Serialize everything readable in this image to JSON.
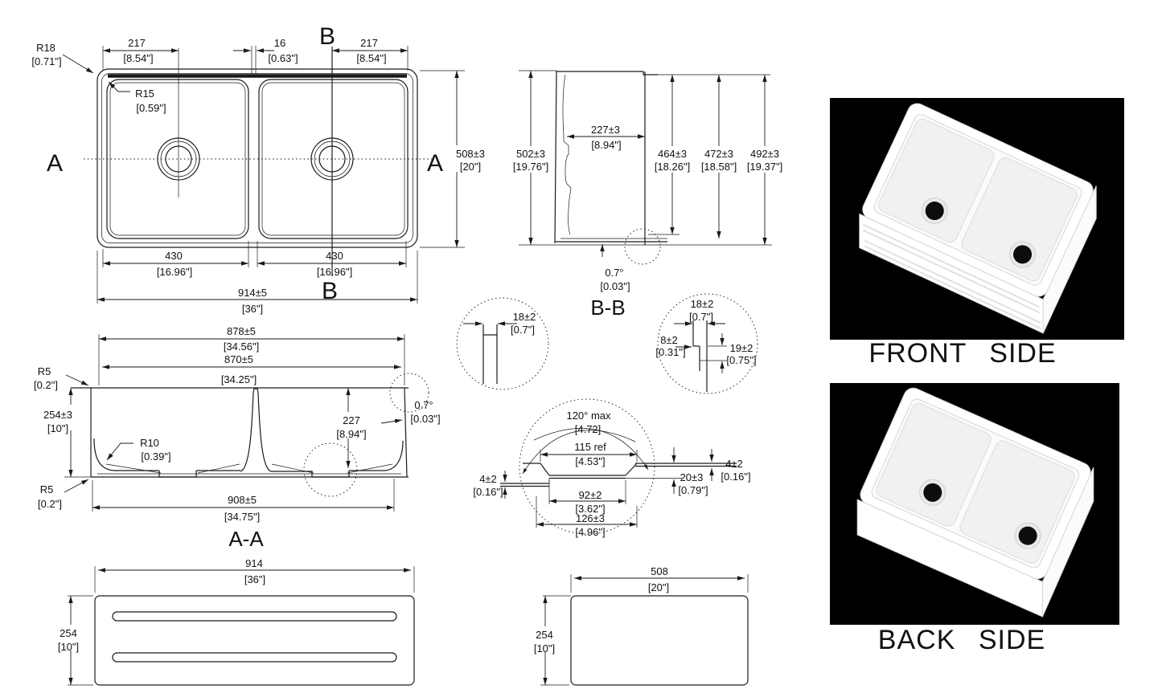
{
  "colors": {
    "ink": "#1a1a1a",
    "paper": "#ffffff",
    "panel": "#000000"
  },
  "plan": {
    "r18": "R18",
    "r18_in": "[0.71\"]",
    "r15": "R15",
    "r15_in": "[0.59\"]",
    "bowl_cc_left": "217",
    "bowl_cc_left_in": "[8.54\"]",
    "divider": "16",
    "divider_in": "[0.63\"]",
    "bowl_cc_right": "217",
    "bowl_cc_right_in": "[8.54\"]",
    "section_b_top": "B",
    "section_b_bottom": "B",
    "section_a_left": "A",
    "section_a_right": "A",
    "depth": "508±3",
    "depth_in": "[20\"]",
    "bowl_w_left": "430",
    "bowl_w_left_in": "[16.96\"]",
    "bowl_w_right": "430",
    "bowl_w_right_in": "[16.96\"]",
    "overall_w": "914±5",
    "overall_w_in": "[36\"]"
  },
  "aa": {
    "title": "A-A",
    "top_w": "878±5",
    "top_w_in": "[34.56\"]",
    "inner_w": "870±5",
    "inner_w_in": "[34.25\"]",
    "r5_top": "R5",
    "r5_top_in": "[0.2\"]",
    "height": "254±3",
    "height_in": "[10\"]",
    "r10": "R10",
    "r10_in": "[0.39\"]",
    "bowl_depth": "227",
    "bowl_depth_in": "[8.94\"]",
    "draft": "0.7°",
    "draft_in": "[0.03\"]",
    "r5_bottom": "R5",
    "r5_bottom_in": "[0.2\"]",
    "base_w": "908±5",
    "base_w_in": "[34.75\"]"
  },
  "bb": {
    "title": "B-B",
    "outer_d": "502±3",
    "outer_d_in": "[19.76\"]",
    "bowl_d": "227±3",
    "bowl_d_in": "[8.94\"]",
    "d1": "464±3",
    "d1_in": "[18.26\"]",
    "d2": "472±3",
    "d2_in": "[18.58\"]",
    "d3": "492±3",
    "d3_in": "[19.37\"]",
    "draft": "0.7°",
    "draft_in": "[0.03\"]"
  },
  "detail_divider": {
    "w": "18±2",
    "w_in": "[0.7\"]"
  },
  "detail_wall": {
    "w": "18±2",
    "w_in": "[0.7\"]",
    "step": "8±2",
    "step_in": "[0.31\"]",
    "h": "19±2",
    "h_in": "[0.75\"]"
  },
  "detail_drain": {
    "angle": "120° max",
    "angle_in": "[4.72]",
    "ref": "115 ref",
    "ref_in": "[4.53\"]",
    "inner_w": "92±2",
    "inner_w_in": "[3.62\"]",
    "outer_w": "126±3",
    "outer_w_in": "[4.96\"]",
    "t_left": "4±2",
    "t_left_in": "[0.16\"]",
    "depth": "20±3",
    "depth_in": "[0.79\"]",
    "t_right": "4±2",
    "t_right_in": "[0.16\"]"
  },
  "bottom_front": {
    "w": "914",
    "w_in": "[36\"]",
    "h": "254",
    "h_in": "[10\"]"
  },
  "bottom_side": {
    "w": "508",
    "w_in": "[20\"]",
    "h": "254",
    "h_in": "[10\"]"
  },
  "renders": {
    "front": "FRONT SIDE",
    "back": "BACK SIDE"
  }
}
